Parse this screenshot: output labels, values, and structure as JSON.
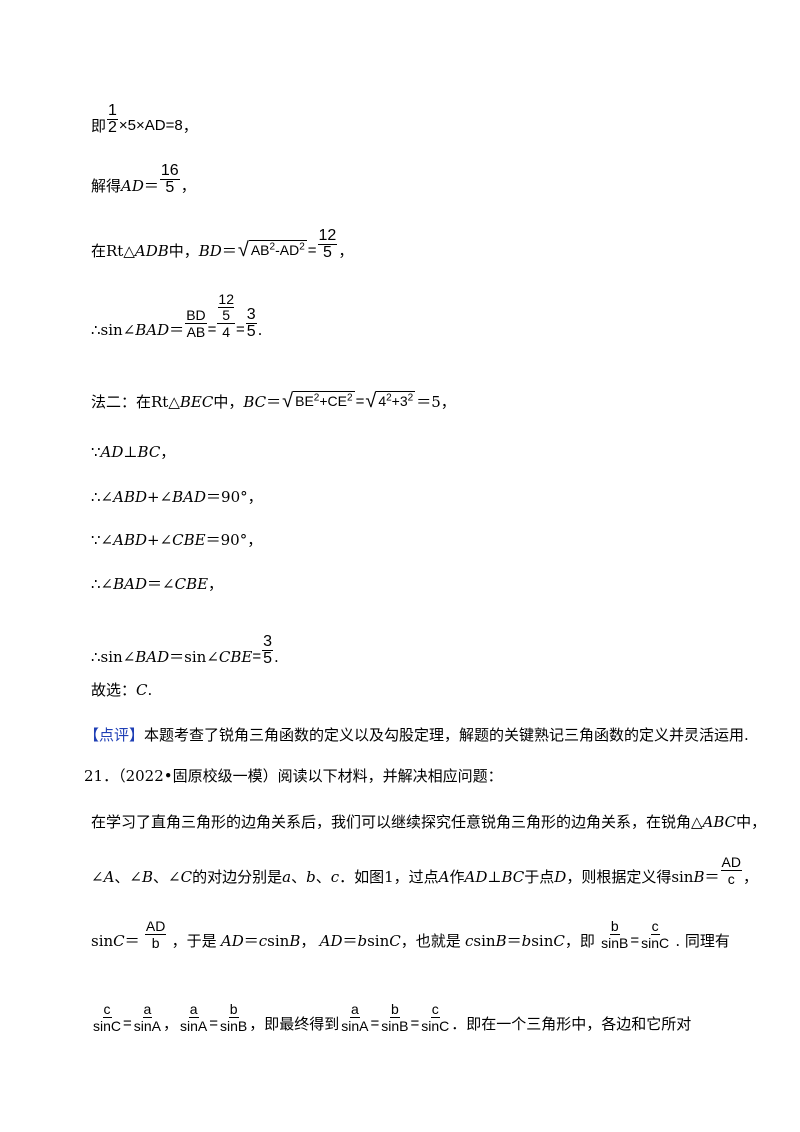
{
  "lines": {
    "l1": {
      "prefix": "即",
      "num": "1",
      "den": "2",
      "expr": "×5×AD=8",
      "suffix": "，"
    },
    "l2": {
      "prefix": "解得",
      "var": "AD",
      "eq": "＝",
      "num": "16",
      "den": "5",
      "suffix": "，"
    },
    "l3": {
      "prefix": "在Rt△",
      "tri": "ADB",
      "mid": "中，",
      "var": "BD",
      "eq": "＝",
      "rad_a": "AB",
      "rad_b": "AD",
      "exp": "2",
      "op": "-",
      "eq2": "=",
      "num": "12",
      "den": "5",
      "suffix": "，"
    },
    "l4": {
      "prefix": "∴sin∠",
      "ang": "BAD",
      "eq": "＝",
      "f1_num": "BD",
      "f1_den": "AB",
      "eq2": "=",
      "f2_num_num": "12",
      "f2_num_den": "5",
      "f2_den": "4",
      "eq3": "=",
      "f3_num": "3",
      "f3_den": "5",
      "suffix": "."
    },
    "l5": {
      "prefix": "法二：在Rt△",
      "tri": "BEC",
      "mid": "中，",
      "var": "BC",
      "eq": "＝",
      "r1a": "BE",
      "r1b": "CE",
      "exp": "2",
      "plus": "+",
      "eq2": "=",
      "r2a": "4",
      "r2b": "3",
      "result": "＝5，"
    },
    "l6": {
      "prefix": "∵",
      "var1": "AD",
      "perp": "⊥",
      "var2": "BC",
      "suffix": "，"
    },
    "l7": {
      "prefix": "∴∠",
      "a1": "ABD",
      "plus": "+∠",
      "a2": "BAD",
      "result": "＝90°，"
    },
    "l8": {
      "prefix": "∵∠",
      "a1": "ABD",
      "plus": "+∠",
      "a2": "CBE",
      "result": "＝90°，"
    },
    "l9": {
      "prefix": "∴∠",
      "a1": "BAD",
      "eq": "＝∠",
      "a2": "CBE",
      "suffix": "，"
    },
    "l10": {
      "prefix": "∴sin∠",
      "a1": "BAD",
      "eq": "＝sin∠",
      "a2": "CBE",
      "eq2": "=",
      "num": "3",
      "den": "5",
      "suffix": "."
    },
    "l11": {
      "prefix": "故选：",
      "answer": "C",
      "suffix": "."
    },
    "l12": {
      "bracket": "【点评】",
      "text": "本题考查了锐角三角函数的定义以及勾股定理，解题的关键熟记三角函数的定义并灵活运用."
    },
    "l13": {
      "text": "21．（2022•固原校级一模）阅读以下材料，并解决相应问题："
    },
    "l14": {
      "text1": "在学习了直角三角形的边角关系后，我们可以继续探究任意锐角三角形的边角关系，在锐角△",
      "tri": "ABC",
      "text2": "中，"
    },
    "l15": {
      "t1": "∠",
      "A": "A",
      "t2": "、∠",
      "B": "B",
      "t3": "、∠",
      "C": "C",
      "t4": "的对边分别是",
      "a": "a",
      "t5": "、",
      "b": "b",
      "t6": "、",
      "c": "c",
      "t7": "．如图1，过点",
      "A2": "A",
      "t8": "作",
      "AD": "AD",
      "perp": "⊥",
      "BC": "BC",
      "t9": "于点",
      "D": "D",
      "t10": "，则根据定义得sin",
      "B2": "B",
      "t11": "＝",
      "num": "AD",
      "den": "c",
      "t12": "，"
    },
    "l16": {
      "t1": "sin",
      "C": "C",
      "t2": "＝",
      "num": "AD",
      "den": "b",
      "t3": "，于是",
      "AD1": "AD",
      "t4": "＝",
      "c1": "c",
      "t5": "sin",
      "B1": "B",
      "t6": "，",
      "AD2": "AD",
      "t7": "＝",
      "b1": "b",
      "t8": "sin",
      "C1": "C",
      "t9": "，也就是",
      "c2": "c",
      "t10": "sin",
      "B2": "B",
      "t11": "＝",
      "b2": "b",
      "t12": "sin",
      "C2": "C",
      "t13": "，即",
      "f1n": "b",
      "f1d": "sinB",
      "eq": "=",
      "f2n": "c",
      "f2d": "sinC",
      "t14": ". 同理有"
    },
    "l17": {
      "f1n": "c",
      "f1d": "sinC",
      "eq1": "=",
      "f2n": "a",
      "f2d": "sinA",
      "sep1": "，",
      "f3n": "a",
      "f3d": "sinA",
      "eq2": "=",
      "f4n": "b",
      "f4d": "sinB",
      "t1": "，即最终得到",
      "f5n": "a",
      "f5d": "sinA",
      "eq3": "=",
      "f6n": "b",
      "f6d": "sinB",
      "eq4": "=",
      "f7n": "c",
      "f7d": "sinC",
      "t2": "．即在一个三角形中，各边和它所对"
    }
  }
}
